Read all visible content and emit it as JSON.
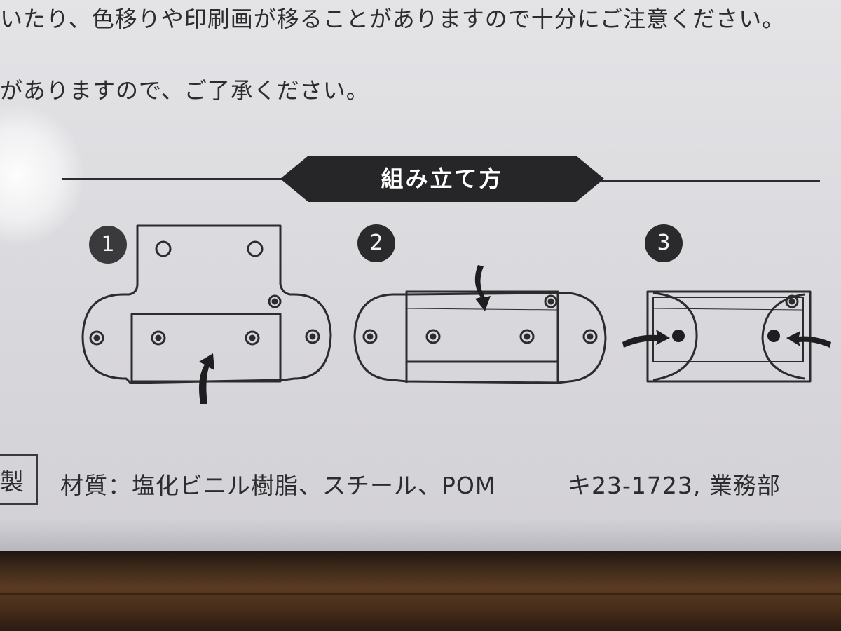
{
  "notice": {
    "line1": "いたり、色移りや印刷画が移ることがありますので十分にご注意ください。",
    "line2": "がありますので、ご了承ください。"
  },
  "assembly": {
    "title": "組み立て方",
    "steps": [
      {
        "number": "1"
      },
      {
        "number": "2"
      },
      {
        "number": "3"
      }
    ]
  },
  "footer": {
    "box_char": "製",
    "material": "材質：塩化ビニル樹脂、スチール、POM",
    "code": "キ23-1723, 業務部"
  },
  "colors": {
    "paper": "#dcdbe0",
    "ink": "#2c2c2e",
    "banner": "#262628",
    "wood": "#4a2f1b"
  }
}
